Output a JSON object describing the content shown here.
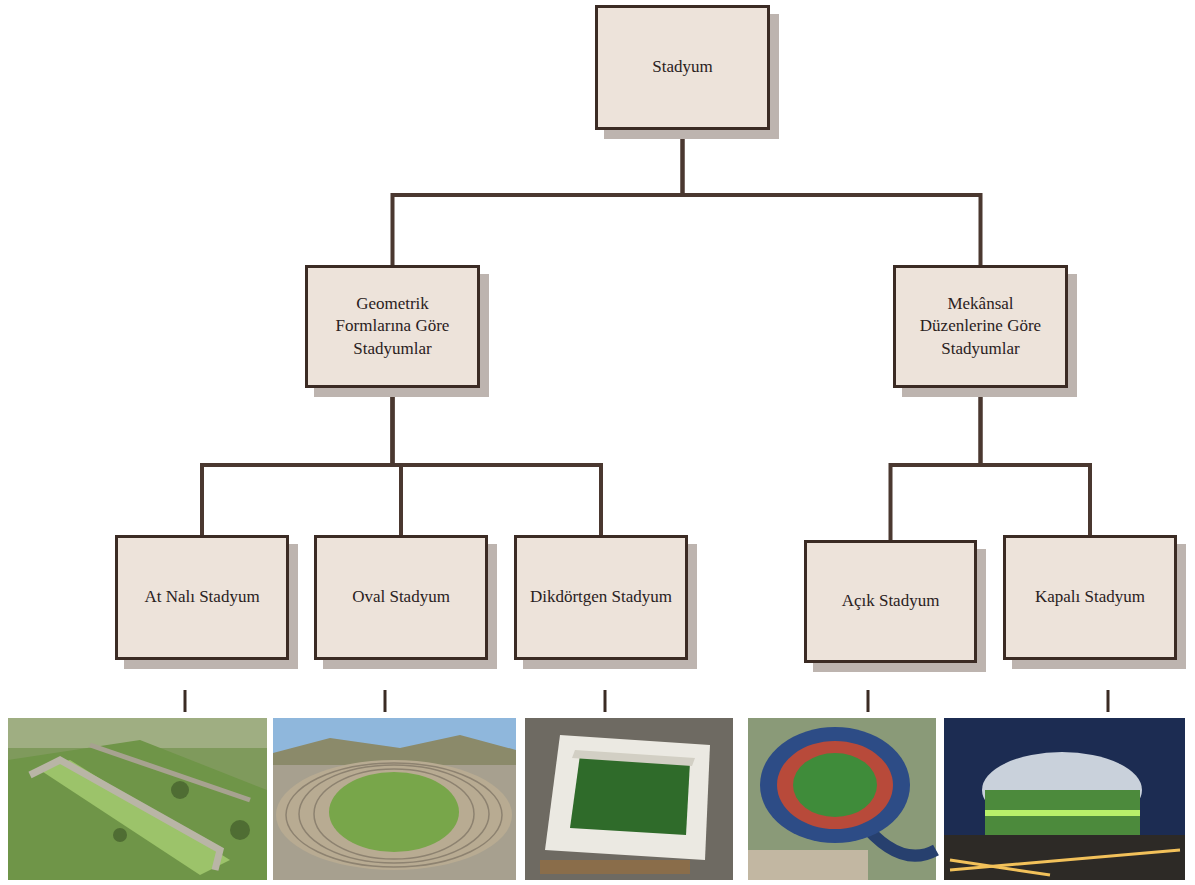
{
  "diagram": {
    "nodes": [
      {
        "text": [
          "Stadyum"
        ]
      },
      {
        "text": [
          "Geometrik Formlarına Göre Stadyumlar"
        ]
      },
      {
        "text": [
          "Mekânsal Düzenlerine Göre Stadyumlar"
        ]
      },
      {
        "text": [
          "At Nalı Stadyum"
        ]
      },
      {
        "text": [
          "Oval Stadyum"
        ]
      },
      {
        "text": [
          "Dikdörtgen Stadyum"
        ]
      },
      {
        "text": [
          "Açık Stadyum"
        ]
      },
      {
        "text": [
          "Kapalı Stadyum"
        ]
      }
    ],
    "edges": [
      {
        "from": 0,
        "to": 1,
        "arrow": "none"
      },
      {
        "from": 0,
        "to": 2,
        "arrow": "none"
      },
      {
        "from": 1,
        "to": 3,
        "arrow": "none"
      },
      {
        "from": 1,
        "to": 4,
        "arrow": "none"
      },
      {
        "from": 1,
        "to": 5,
        "arrow": "none"
      },
      {
        "from": 2,
        "to": 6,
        "arrow": "none"
      },
      {
        "from": 2,
        "to": 7,
        "arrow": "none"
      }
    ]
  }
}
